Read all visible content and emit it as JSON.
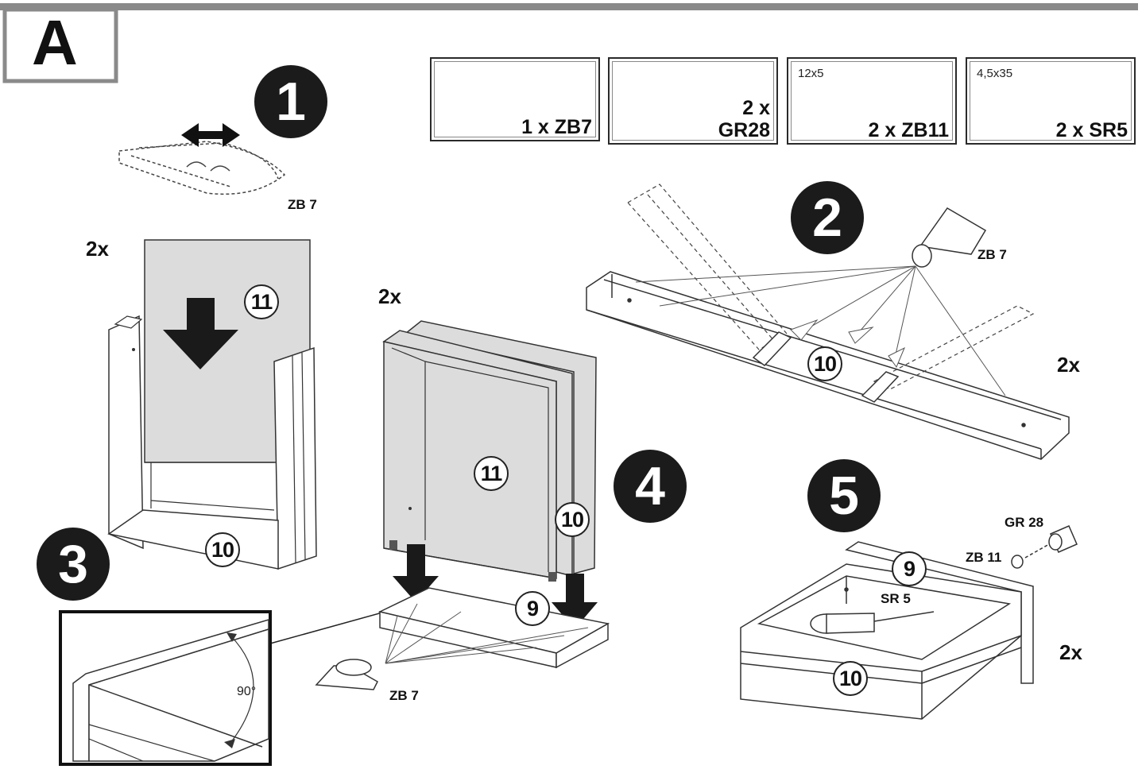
{
  "section": {
    "letter": "A"
  },
  "steps": [
    "1",
    "2",
    "3",
    "4",
    "5"
  ],
  "parts": [
    {
      "icon": "glue-tube-icon",
      "qty": "1 x ZB7",
      "size": ""
    },
    {
      "icon": "wooden-dowel-icon",
      "qty_line1": "2 x",
      "qty_line2": "GR28",
      "size": ""
    },
    {
      "icon": "washer-icon",
      "qty": "2 x ZB11",
      "size": "12x5"
    },
    {
      "icon": "screw-icon",
      "qty": "2 x SR5",
      "size": "4,5x35"
    }
  ],
  "labels": {
    "zb7": "ZB 7",
    "gr28": "GR 28",
    "zb11": "ZB 11",
    "sr5": "SR 5",
    "angle": "90°"
  },
  "multipliers": {
    "two": "2x"
  },
  "callouts": {
    "p9": "9",
    "p10": "10",
    "p11": "11"
  },
  "colors": {
    "panel_gray": "#dcdcdc",
    "ink": "#1b1b1b",
    "frame": "#8a8a8a"
  }
}
